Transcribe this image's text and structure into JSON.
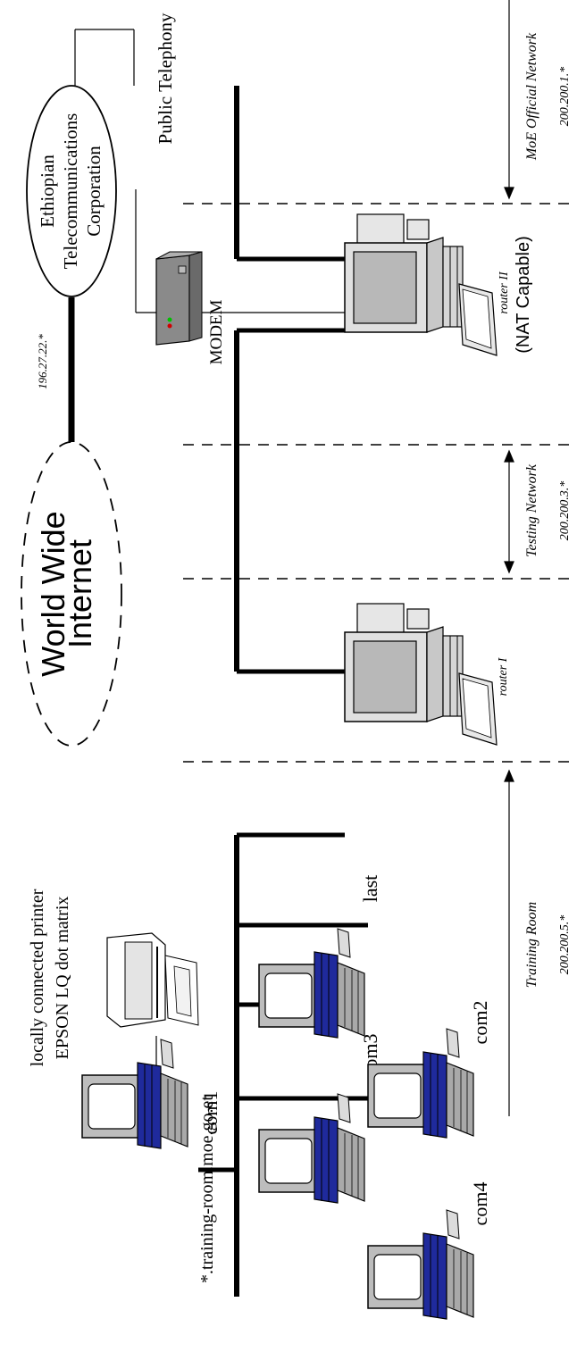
{
  "labels": {
    "public_telephony": "Public Telephony",
    "etc_line1": "Ethiopian",
    "etc_line2": "Telecommunications",
    "etc_line3": "Corporation",
    "etc_ip": "196.27.22.*",
    "modem": "MODEM",
    "internet_line1": "World Wide",
    "internet_line2": "Internet",
    "router2": "router II",
    "router2_nat": "(NAT Capable)",
    "router1": "router I",
    "moe_network": "MoE Official Network",
    "moe_ip": "200.200.1.*",
    "testing_network": "Testing Network",
    "testing_ip": "200.200.3.*",
    "training_room": "Training Room",
    "training_ip": "200.200.5.*",
    "printer_line1": "locally connected printer",
    "printer_line2": "EPSON LQ dot matrix",
    "domain": "*.training-room.moe.go.et",
    "com1": "com1",
    "com2": "com2",
    "com3": "com3",
    "com4": "com4",
    "last": "last"
  },
  "colors": {
    "cable": "#000000",
    "cpu_blue": "#1f2a9c",
    "monitor_gray": "#bdbdbd",
    "modem_gray": "#8a8a8a"
  }
}
